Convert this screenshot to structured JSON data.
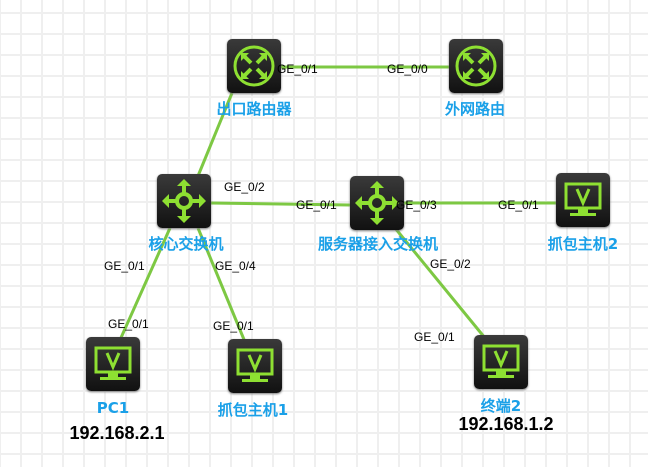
{
  "colors": {
    "link": "#7dc843",
    "label": "#1aa0e8",
    "icon": "#8ee032"
  },
  "nodes": {
    "router_exit": {
      "label": "出口路由器",
      "icon": "router-icon"
    },
    "router_ext": {
      "label": "外网路由",
      "icon": "router-icon"
    },
    "core_switch": {
      "label": "核心交换机",
      "icon": "switch-icon"
    },
    "server_switch": {
      "label": "服务器接入交换机",
      "icon": "switch-icon"
    },
    "capture2": {
      "label": "抓包主机2",
      "icon": "host-icon"
    },
    "pc1": {
      "label": "PC1",
      "ip": "192.168.2.1",
      "icon": "host-icon"
    },
    "capture1": {
      "label": "抓包主机1",
      "icon": "host-icon"
    },
    "terminal2": {
      "label": "终端2",
      "ip": "192.168.1.2",
      "icon": "host-icon"
    }
  },
  "ports": {
    "p1": "GE_0/1",
    "p2": "GE_0/0",
    "p3": "GE_0/2",
    "p4": "GE_0/1",
    "p5": "GE_0/3",
    "p6": "GE_0/1",
    "p7": "GE_0/2",
    "p8": "GE_0/1",
    "p9": "GE_0/4",
    "p10": "GE_0/1",
    "p11": "GE_0/1",
    "p12": "GE_0/1"
  }
}
